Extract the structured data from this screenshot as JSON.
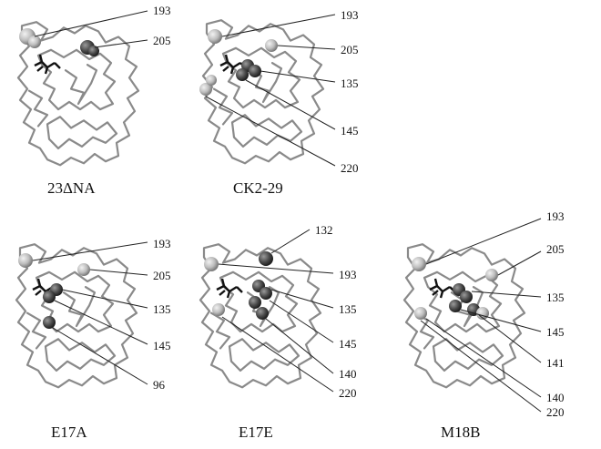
{
  "panels": [
    {
      "id": "23dna",
      "title": "23ΔNA",
      "annotations": [
        {
          "label": "193"
        },
        {
          "label": "205"
        }
      ]
    },
    {
      "id": "ck2-29",
      "title": "CK2-29",
      "annotations": [
        {
          "label": "193"
        },
        {
          "label": "205"
        },
        {
          "label": "135"
        },
        {
          "label": "145"
        },
        {
          "label": "220"
        }
      ]
    },
    {
      "id": "e17a",
      "title": "E17A",
      "annotations": [
        {
          "label": "193"
        },
        {
          "label": "205"
        },
        {
          "label": "135"
        },
        {
          "label": "145"
        },
        {
          "label": "96"
        }
      ]
    },
    {
      "id": "e17e",
      "title": "E17E",
      "annotations": [
        {
          "label": "132"
        },
        {
          "label": "193"
        },
        {
          "label": "135"
        },
        {
          "label": "145"
        },
        {
          "label": "140"
        },
        {
          "label": "220"
        }
      ]
    },
    {
      "id": "m18b",
      "title": "M18B",
      "annotations": [
        {
          "label": "193"
        },
        {
          "label": "205"
        },
        {
          "label": "135"
        },
        {
          "label": "145"
        },
        {
          "label": "141"
        },
        {
          "label": "140"
        },
        {
          "label": "220"
        }
      ]
    }
  ],
  "colors": {
    "background": "#ffffff",
    "backbone": "#8a8a8a",
    "light_residue": "#c8c8c8",
    "dark_residue": "#555555",
    "text": "#111111"
  }
}
